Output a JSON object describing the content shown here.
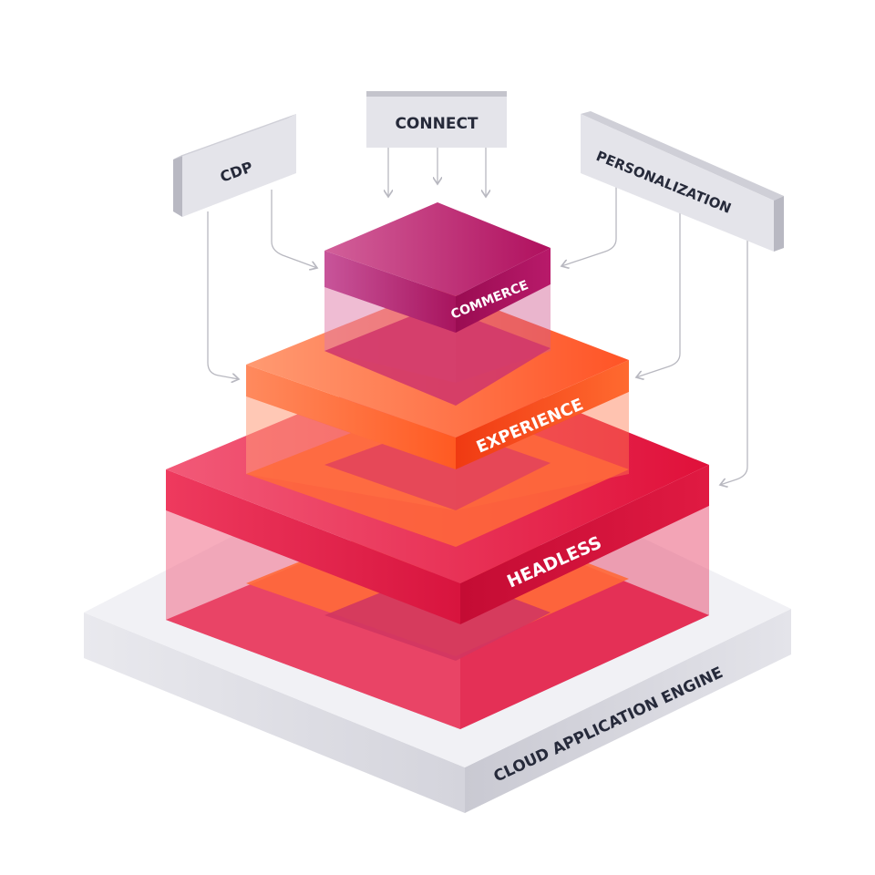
{
  "labels": {
    "cdp": "CDP",
    "connect": "CONNECT",
    "personalization": "PERSONALIZATION",
    "commerce": "COMMERCE",
    "experience": "EXPERIENCE",
    "headless": "HEADLESS",
    "engine": "CLOUD APPLICATION ENGINE"
  },
  "colors": {
    "base": "#e4e4ea",
    "headless": "#e0173f",
    "experience": "#ff5a2c",
    "commerce": "#b5176a",
    "label_box": "#e2e2e8",
    "arrow": "#b8b8c0",
    "text_dark": "#262a3a"
  }
}
